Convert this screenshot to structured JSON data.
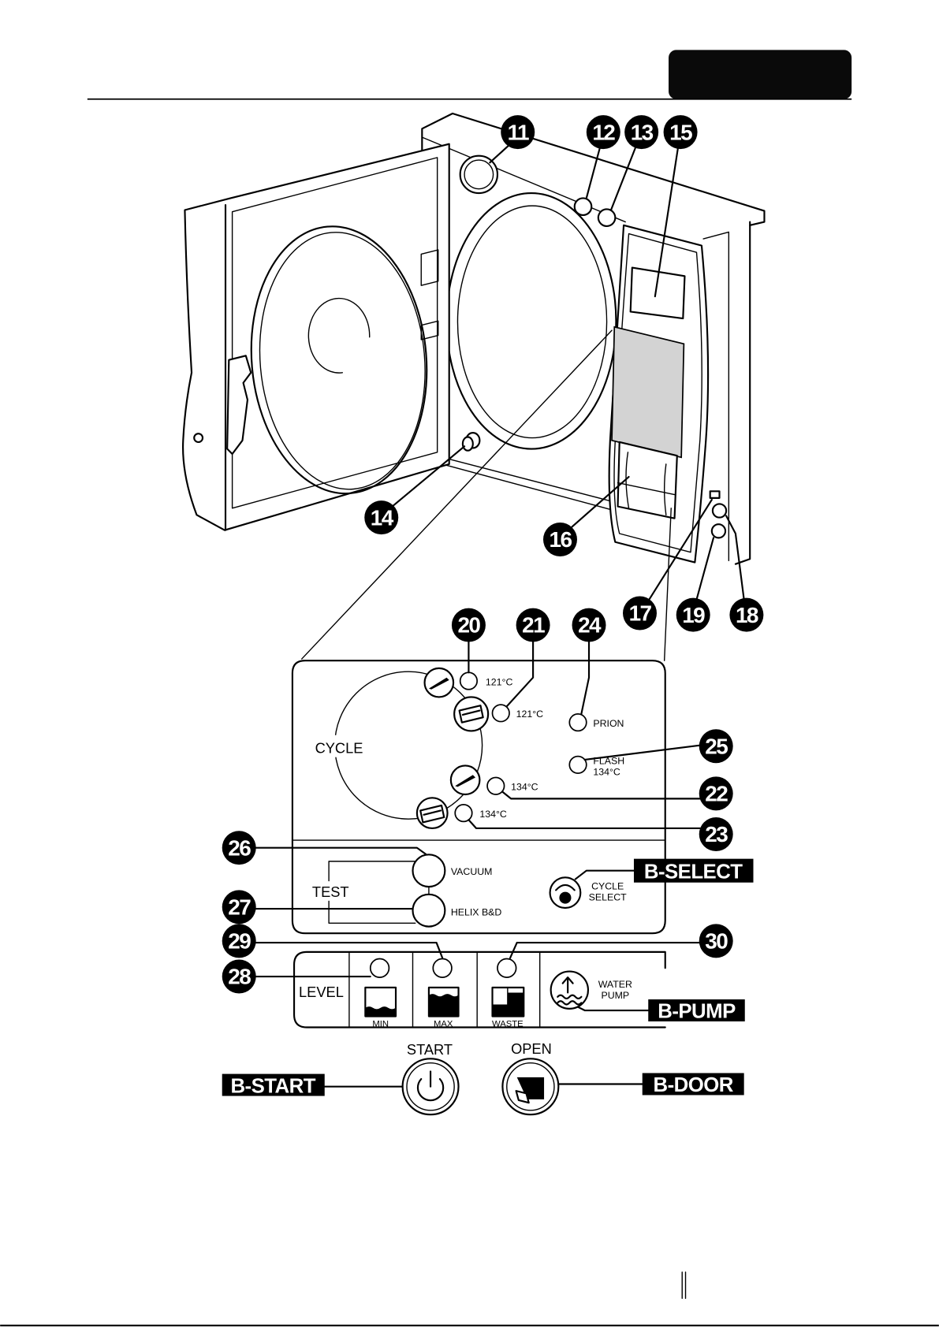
{
  "callouts": [
    "11",
    "12",
    "13",
    "15",
    "14",
    "16",
    "17",
    "19",
    "18",
    "20",
    "21",
    "24",
    "25",
    "22",
    "23",
    "26",
    "27",
    "29",
    "30",
    "28"
  ],
  "cycle_panel": {
    "cycle_label": "CYCLE",
    "led_labels": [
      "121°C",
      "121°C",
      "134°C",
      "134°C"
    ],
    "prion_label": "PRION",
    "flash_label": [
      "FLASH",
      "134°C"
    ],
    "test_label": "TEST",
    "vacuum_label": "VACUUM",
    "helix_label": "HELIX B&D",
    "cycle_select_label": [
      "CYCLE",
      "SELECT"
    ],
    "select_tag": "B-SELECT"
  },
  "level_panel": {
    "level_label": "LEVEL",
    "indicators": [
      "MIN",
      "MAX",
      "WASTE"
    ],
    "water_pump_label": [
      "WATER",
      "PUMP"
    ],
    "pump_tag": "B-PUMP"
  },
  "controls": {
    "start_label": "START",
    "open_label": "OPEN",
    "start_tag": "B-START",
    "door_tag": "B-DOOR"
  },
  "icons": {
    "cycle_program": [
      "instrument-icon",
      "tray-icon"
    ],
    "cycle_select": "cycle-select-icon",
    "water_pump": "water-pump-icon",
    "start": "power-icon",
    "open": "door-open-icon",
    "levels": [
      "tank-min-icon",
      "tank-max-icon",
      "tank-waste-icon"
    ]
  },
  "colors": {
    "ink": "#000000",
    "paper": "#ffffff",
    "header_tab": "#0a0a0a",
    "display_area": "#d3d3d3"
  }
}
